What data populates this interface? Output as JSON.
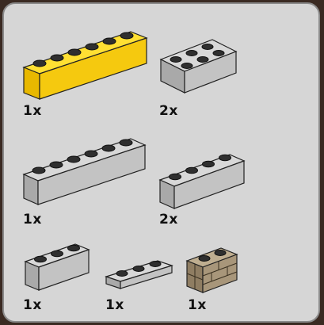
{
  "colors": {
    "panel_background": "#d6d6d6",
    "panel_border": "#8a8a8a",
    "outer_background": "#3a2a22",
    "brick_yellow": "#f5c90f",
    "brick_gray": "#c3c3c3",
    "brick_tan": "#a8967a"
  },
  "parts": [
    {
      "id": "yellow-1x6-brick",
      "color": "yellow",
      "quantity": "1x"
    },
    {
      "id": "gray-2x3-brick",
      "color": "gray",
      "quantity": "2x"
    },
    {
      "id": "gray-1x6-brick",
      "color": "gray",
      "quantity": "1x"
    },
    {
      "id": "gray-1x4-brick",
      "color": "gray",
      "quantity": "2x"
    },
    {
      "id": "gray-1x3-brick",
      "color": "gray",
      "quantity": "1x"
    },
    {
      "id": "gray-1x3-plate",
      "color": "gray",
      "quantity": "1x"
    },
    {
      "id": "tan-1x2-masonry-brick",
      "color": "tan",
      "quantity": "1x"
    }
  ]
}
